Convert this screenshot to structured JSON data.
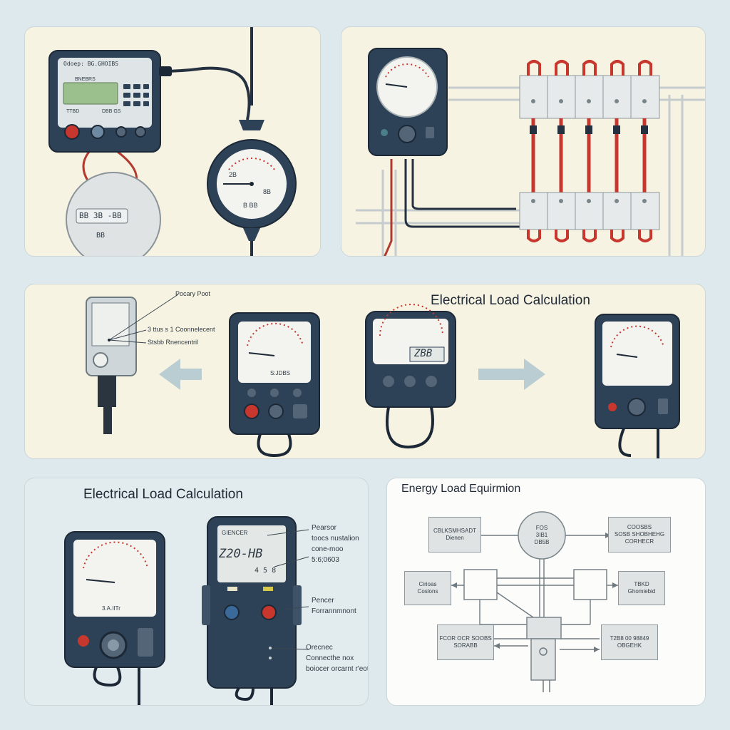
{
  "panel1": {
    "device_header": "Odoep: BG.GHOIBS",
    "lcd_text": "BNEBRS",
    "lcd_caption_left": "TTBD",
    "lcd_caption_right": "DBB GS",
    "round_display": "BB 3B -BB",
    "round_display_sub": "BB",
    "gauge_reading": "2B",
    "gauge_reading_right": "8B",
    "gauge_bottom": "B BB"
  },
  "panel3": {
    "title": "Electrical Load Calculation",
    "callouts": [
      "Pocary Poot",
      "3 ttus s 1 Coonnelecent",
      "Stsbb Rnencentril"
    ],
    "meter_caption": "S:JDBS",
    "digital_readout": "ZBB"
  },
  "panel4": {
    "title": "Electrical Load Calculation",
    "meter_caption": "3.A.IITr",
    "device_header": "GIENCER",
    "digital_value": "Z20-HB",
    "digital_sub": "4 5 8",
    "callouts_top": [
      "Pearsor",
      "toocs nustalion",
      "cone-moo",
      "5:6;0603"
    ],
    "callouts_mid": [
      "Pencer",
      "Forrannmnont"
    ],
    "callouts_bottom": [
      "Orecnec",
      "Connecthe nox",
      "boiocer orcarnt r'eot"
    ]
  },
  "panel5": {
    "title": "Energy Load Equirmion",
    "center_node": "FOS\n3IB1\nDB5B",
    "boxes": {
      "top_left": "CBLKSMHSADT\nDienen",
      "top_right": "COOSBS\nSOSB SHOBHEHG\nCORHECR",
      "mid_left": "Cirioas\nCoslons",
      "mid_right": "TBKD\nGhomiebid",
      "bottom_left": "FCOR OCR SOOBS\nSORABB",
      "bottom_right": "T2B8 00 98849\nOBGEHK"
    }
  },
  "colors": {
    "panel_bg": "#f7f3e2",
    "device_navy": "#2e4257",
    "accent_red": "#c8372d",
    "arrow_blue": "#b9cdd3"
  }
}
